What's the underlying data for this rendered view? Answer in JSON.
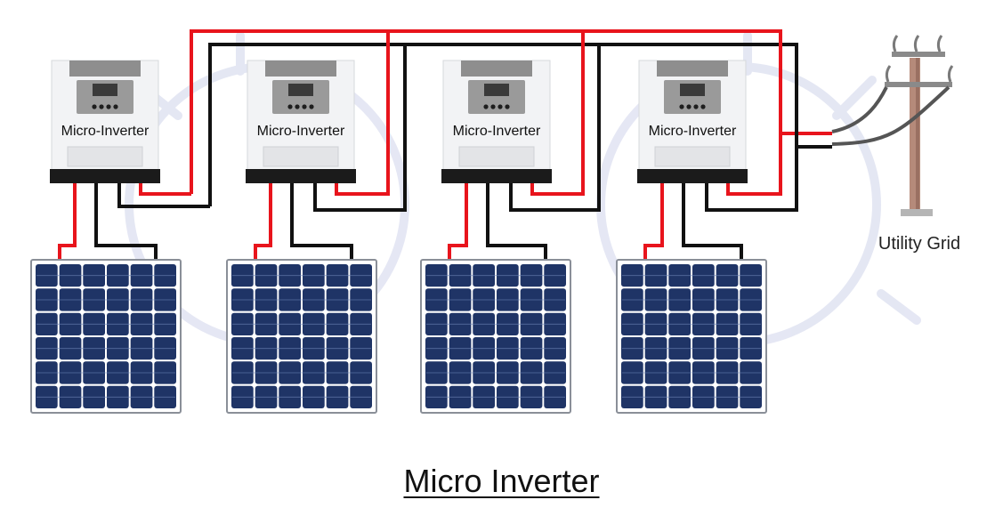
{
  "title": "Micro Inverter",
  "inverters": [
    {
      "label": "Micro-Inverter"
    },
    {
      "label": "Micro-Inverter"
    },
    {
      "label": "Micro-Inverter"
    },
    {
      "label": "Micro-Inverter"
    }
  ],
  "utility_grid": {
    "label": "Utility Grid"
  },
  "colors": {
    "positive_wire": "#e8141c",
    "negative_wire": "#111111",
    "panel_cell": "#1f3466",
    "panel_frame": "#cfd4dc",
    "inverter_body": "#f2f3f5",
    "inverter_base": "#1b1b1b",
    "watermark": "#dcdff0",
    "pole": "#b58a7a"
  }
}
